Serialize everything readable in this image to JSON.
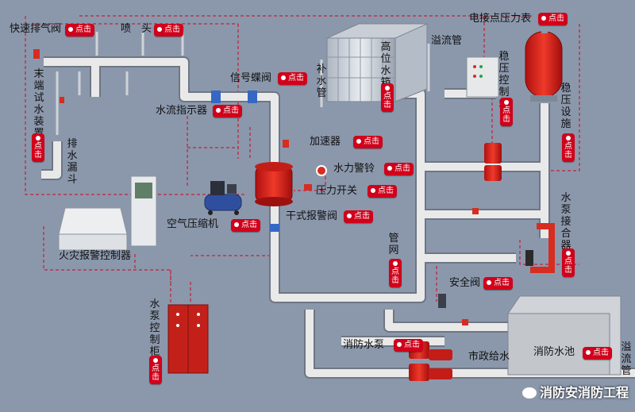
{
  "labels": {
    "quick_exhaust": "快速排气阀",
    "sprinkler": "喷　头",
    "pressure_gauge": "电接点压力表",
    "overflow_top": "溢流管",
    "makeup_pipe": "补水管",
    "high_tank": "高位水箱",
    "stab_ctrl_box": "稳压控制箱",
    "stab_device": "稳压设施",
    "end_test": "末端试水装置",
    "drain_funnel": "排水漏斗",
    "signal_valve": "信号蝶阀",
    "flow_indicator": "水流指示器",
    "accelerator": "加速器",
    "hydraulic_bell": "水力警铃",
    "pressure_switch": "压力开关",
    "air_compressor": "空气压缩机",
    "dry_alarm_valve": "干式报警阀",
    "fire_alarm_panel": "火灾报警控制器",
    "pipe_network": "管网",
    "pump_adapter": "水泵接合器",
    "safety_valve": "安全阀",
    "pump_cabinet": "水泵控制柜",
    "fire_pump": "消防水泵",
    "municipal_supply": "市政给水",
    "fire_pool": "消防水池",
    "overflow_right": "溢流管"
  },
  "badge_text": "点击",
  "watermark": "消防安消防工程",
  "colors": {
    "background": "#8b98ac",
    "pipe": "#e6e6e6",
    "dashed_wire": "#d0021b",
    "badge": "#d0021b",
    "valve_red": "#d62d20"
  }
}
